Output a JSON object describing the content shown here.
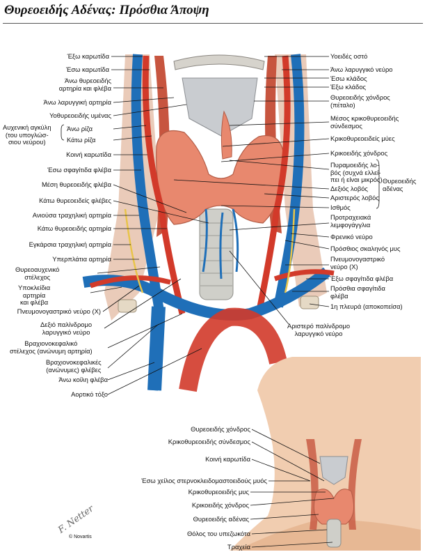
{
  "title": "Θυρεοειδής Αδένας: Πρόσθια Άποψη",
  "copyright": "© Novartis",
  "signature": "F. Netter",
  "labels_left": [
    "Έξω καρωτίδα",
    "Έσω καρωτίδα",
    "Άνω θυρεοειδής\nαρτηρία και φλέβα",
    "Άνω λαρυγγική αρτηρία",
    "Υοθυρεοειδής υμένας",
    "Αυχενική αγκύλη\n(του υπογλώσ-\nσιου νεύρου)",
    "Άνω ρίζα",
    "Κάτω ρίζα",
    "Κοινή καρωτίδα",
    "Έσω σφαγίτιδα φλέβα",
    "Μέση θυρεοειδής φλέβα",
    "Κάτω θυρεοειδείς φλέβες",
    "Ανιούσα τραχηλική αρτηρία",
    "Κάτω θυρεοειδής αρτηρία",
    "Εγκάρσια τραχηλική αρτηρία",
    "Υπερπλάτια αρτηρία",
    "Θυρεοαυχενικό\nστέλεχος",
    "Υποκλείδια\nαρτηρία\nκαι φλέβα",
    "Πνευμονογαστρικό νεύρο (X)",
    "Δεξιό παλίνδρομο\nλαρυγγικό νεύρο",
    "Βραχιονοκεφαλικό\nστέλεχος (ανώνυμη αρτηρία)",
    "Βραχιονοκεφαλικές\n(ανώνυμες) φλέβες",
    "Άνω κοίλη φλέβα",
    "Αορτικό τόξο"
  ],
  "labels_right": [
    "Υοειδές οστό",
    "Άνω λαρυγγικό νεύρο",
    "Έσω κλάδος",
    "Έξω κλάδος",
    "Θυρεοειδής χόνδρος\n(πέταλο)",
    "Μέσος κρικοθυρεοειδής\nσύνδεσμος",
    "Κρικοθυρεοειδείς μύες",
    "Κρικοειδής χόνδρος",
    "Πυραμοειδής λο-\nβός (συχνά ελλεί-\nπει ή είναι μικρός)",
    "Θυρεοειδής\nαδένας",
    "Δεξιός λοβός",
    "Αριστερός λοβός",
    "Ισθμός",
    "Προτραχειακά\nλεμφογάγγλια",
    "Φρενικό νεύρο",
    "Πρόσθιος σκαληνός μυς",
    "Πνευμονογαστρικό\nνεύρο (X)",
    "Έξω σφαγίτιδα φλέβα",
    "Πρόσθια σφαγίτιδα\nφλέβα",
    "1η πλευρά (αποκοπείσα)",
    "Αριστερό παλίνδρομο\nλαρυγγικό νεύρο"
  ],
  "labels_inset": [
    "Θυρεοειδής χόνδρος",
    "Κρικοθυρεοειδής σύνδεσμος",
    "Κοινή καρωτίδα",
    "Έσω χείλος στερνοκλειδομαστοειδούς μυός",
    "Κρικοθυρεοειδής μυς",
    "Κρικοειδής χόνδρος",
    "Θυρεοειδής αδένας",
    "Θόλος του υπεζωκότα",
    "Τραχεία"
  ],
  "colors": {
    "vein": "#1f6fb8",
    "artery": "#d23a2a",
    "thyroid": "#e8886e",
    "cartilage": "#c9ccd0",
    "muscle": "#c7553f",
    "nerve": "#e8c44a",
    "skin": "#f1cdb0"
  }
}
